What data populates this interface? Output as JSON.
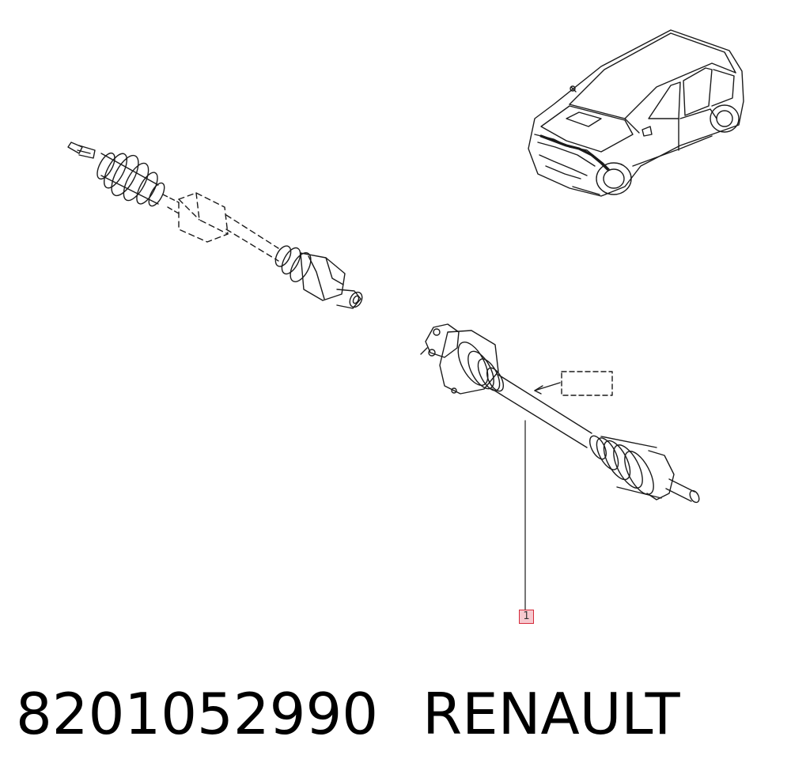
{
  "caption": {
    "part_number": "8201052990",
    "brand": "RENAULT"
  },
  "callout": {
    "label": "1",
    "color": "#d42a3a",
    "fill": "#f6c9cf"
  },
  "line_color": "#1a1a1a"
}
